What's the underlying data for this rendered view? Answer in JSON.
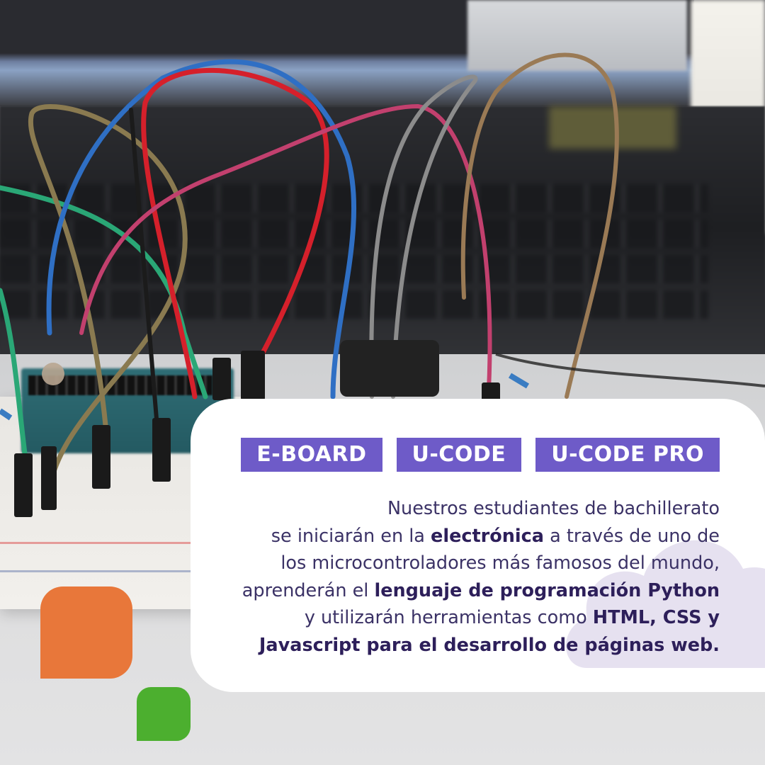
{
  "tags": [
    "E-BOARD",
    "U-CODE",
    "U-CODE PRO"
  ],
  "description": {
    "lines": [
      [
        {
          "t": "Nuestros estudiantes de bachillerato",
          "b": false
        }
      ],
      [
        {
          "t": "se iniciarán en la ",
          "b": false
        },
        {
          "t": "electrónica",
          "b": true
        },
        {
          "t": " a través de uno de",
          "b": false
        }
      ],
      [
        {
          "t": "los microcontroladores más famosos del mundo,",
          "b": false
        }
      ],
      [
        {
          "t": "aprenderán el ",
          "b": false
        },
        {
          "t": "lenguaje de programación Python",
          "b": true
        }
      ],
      [
        {
          "t": "y utilizarán herramientas como ",
          "b": false
        },
        {
          "t": "HTML, CSS y",
          "b": true
        }
      ],
      [
        {
          "t": "Javascript para el desarrollo de páginas web.",
          "b": true
        }
      ]
    ]
  },
  "colors": {
    "tag_background": "#6e5bc8",
    "text": "#3b3266",
    "card": "#ffffff",
    "accent_orange": "#e8773a",
    "accent_green": "#4caf2f",
    "cloud": "#e6e1f0"
  },
  "photo": {
    "wire_colors": [
      "#2aa776",
      "#8a7a50",
      "#2f6fc4",
      "#d5202b",
      "#1b1b1b",
      "#c2406e",
      "#8c8c8c",
      "#9a7a55"
    ]
  }
}
